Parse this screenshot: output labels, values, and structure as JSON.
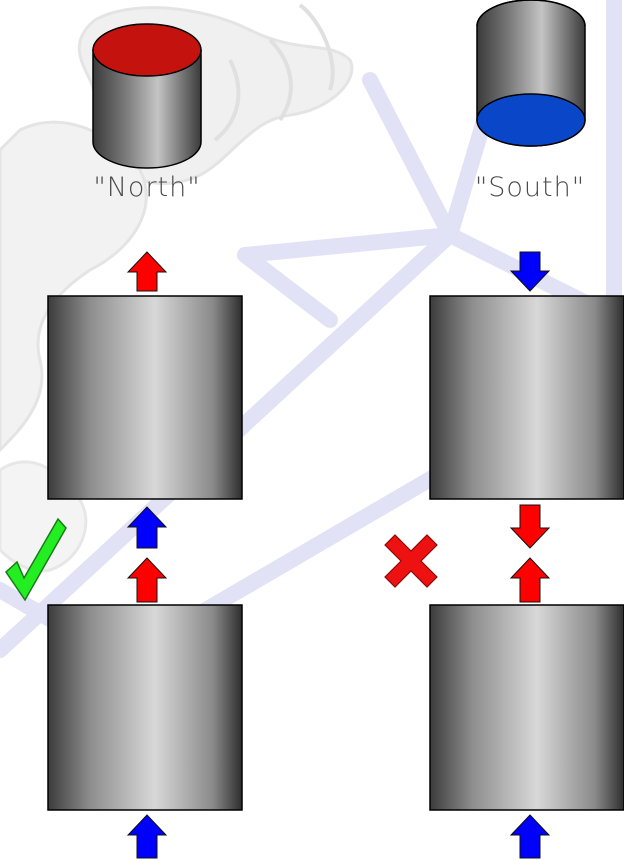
{
  "labels": {
    "north": "\"North\"",
    "south": "\"South\""
  },
  "colors": {
    "north_pole": "#c4120f",
    "south_pole": "#0a46c8",
    "arrow_red": "#ff0000",
    "arrow_blue": "#0000ff",
    "check_green": "#22ee22",
    "cross_red": "#ee1111",
    "watermark_lines": "#e2e2f6",
    "watermark_figure": "#d2d2d2"
  },
  "icons": {
    "valid_mark": "check-icon",
    "invalid_mark": "cross-icon"
  },
  "stacks": [
    {
      "name": "left-stack",
      "status": "valid"
    },
    {
      "name": "right-stack",
      "status": "invalid"
    }
  ]
}
